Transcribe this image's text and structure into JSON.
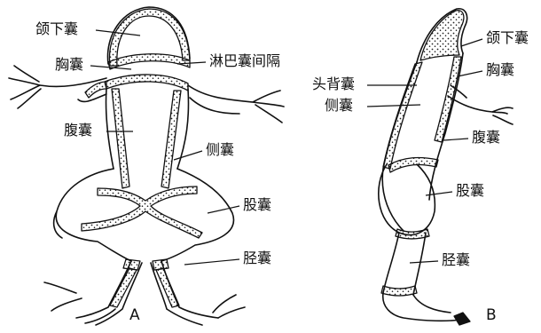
{
  "diagram": {
    "figure_a": {
      "caption": "A",
      "labels": {
        "jaw_sac": "颌下囊",
        "lymph_septum": "淋巴囊间隔",
        "chest_sac": "胸囊",
        "abdominal_sac": "腹囊",
        "lateral_sac": "侧囊",
        "thigh_sac": "股囊",
        "shank_sac": "胫囊"
      }
    },
    "figure_b": {
      "caption": "B",
      "labels": {
        "jaw_sac": "颌下囊",
        "chest_sac": "胸囊",
        "head_dorsal_sac": "头背囊",
        "lateral_sac": "侧囊",
        "abdominal_sac": "腹囊",
        "thigh_sac": "股囊",
        "shank_sac": "胫囊"
      }
    }
  }
}
